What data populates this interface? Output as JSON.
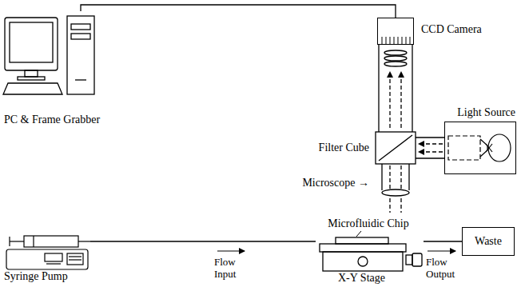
{
  "diagram": {
    "nodes": [
      {
        "text": [
          "PC & Frame Grabber"
        ]
      },
      {
        "text": [
          "CCD Camera"
        ]
      },
      {
        "text": [
          "Light Source"
        ]
      },
      {
        "text": [
          "Syringe Pump"
        ]
      },
      {
        "text": [
          "X-Y Stage"
        ]
      },
      {
        "text": [
          "Waste"
        ]
      }
    ],
    "edges": [
      {
        "from": 0,
        "to": 1,
        "arrow": "none"
      },
      {
        "from": 3,
        "to": 4,
        "arrow": "none"
      },
      {
        "from": 4,
        "to": 5,
        "arrow": "none"
      }
    ],
    "labels": [
      "Filter Cube",
      "Microscope →",
      "Microfluidic Chip",
      "Flow Input",
      "Flow Output"
    ]
  }
}
